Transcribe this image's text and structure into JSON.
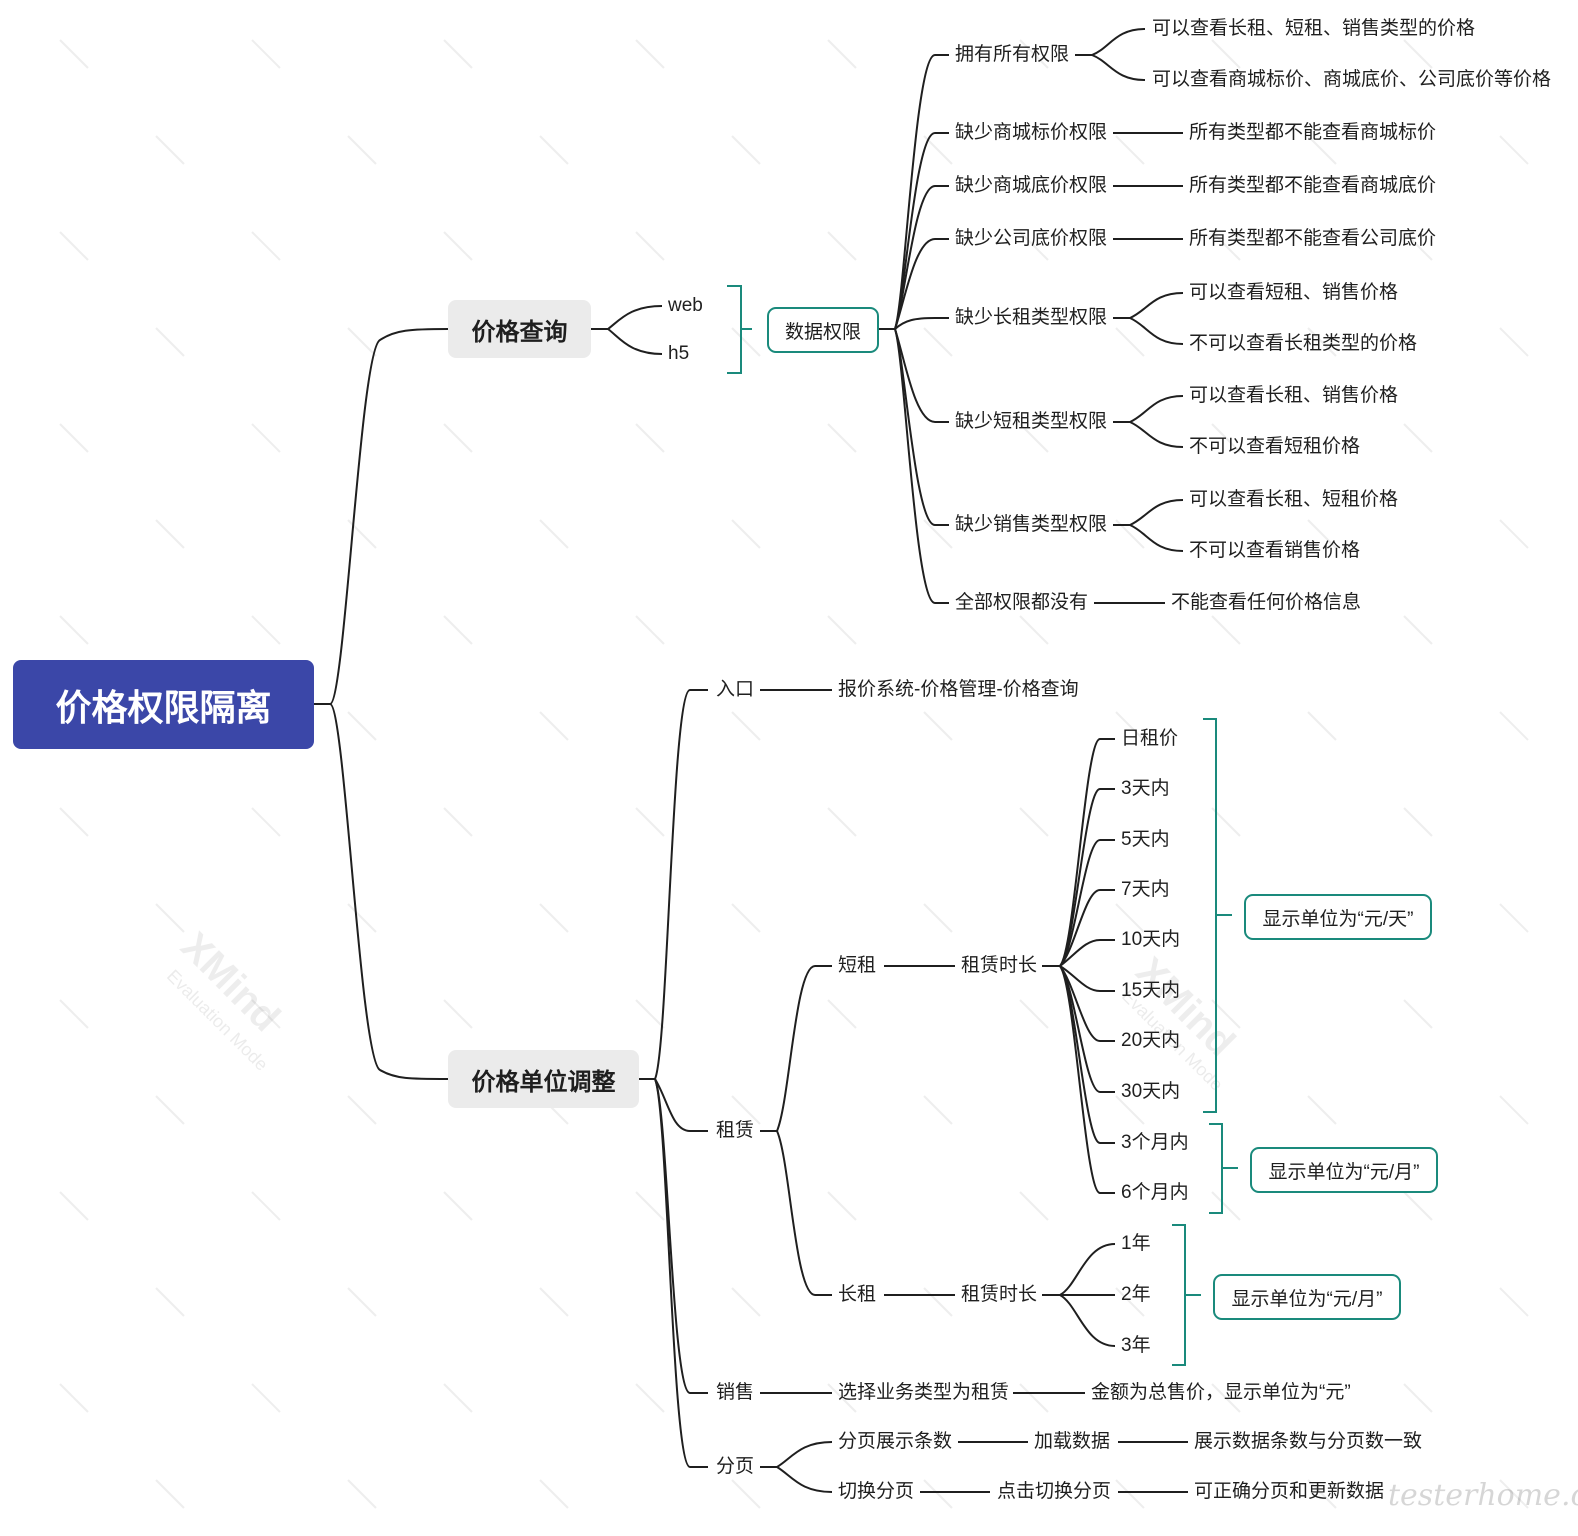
{
  "root": {
    "title": "价格权限隔离"
  },
  "query": {
    "title": "价格查询",
    "platforms": [
      "web",
      "h5"
    ],
    "data_permission": "数据权限",
    "rules": [
      {
        "label": "拥有所有权限",
        "results": [
          "可以查看长租、短租、销售类型的价格",
          "可以查看商城标价、商城底价、公司底价等价格"
        ]
      },
      {
        "label": "缺少商城标价权限",
        "results": [
          "所有类型都不能查看商城标价"
        ]
      },
      {
        "label": "缺少商城底价权限",
        "results": [
          "所有类型都不能查看商城底价"
        ]
      },
      {
        "label": "缺少公司底价权限",
        "results": [
          "所有类型都不能查看公司底价"
        ]
      },
      {
        "label": "缺少长租类型权限",
        "results": [
          "可以查看短租、销售价格",
          "不可以查看长租类型的价格"
        ]
      },
      {
        "label": "缺少短租类型权限",
        "results": [
          "可以查看长租、销售价格",
          "不可以查看短租价格"
        ]
      },
      {
        "label": "缺少销售类型权限",
        "results": [
          "可以查看长租、短租价格",
          "不可以查看销售价格"
        ]
      },
      {
        "label": "全部权限都没有",
        "results": [
          "不能查看任何价格信息"
        ]
      }
    ]
  },
  "unit": {
    "title": "价格单位调整",
    "entry": {
      "label": "入口",
      "value": "报价系统-价格管理-价格查询"
    },
    "lease": {
      "label": "租赁",
      "short": {
        "label": "短租",
        "duration": "租赁时长",
        "periods": [
          "日租价",
          "3天内",
          "5天内",
          "7天内",
          "10天内",
          "15天内",
          "20天内",
          "30天内",
          "3个月内",
          "6个月内"
        ],
        "unit_day": "显示单位为“元/天”",
        "unit_month": "显示单位为“元/月”"
      },
      "long": {
        "label": "长租",
        "duration": "租赁时长",
        "periods": [
          "1年",
          "2年",
          "3年"
        ],
        "unit_month": "显示单位为“元/月”"
      }
    },
    "sale": {
      "label": "销售",
      "condition": "选择业务类型为租赁",
      "result": "金额为总售价，显示单位为“元”"
    },
    "paging": {
      "label": "分页",
      "items": [
        {
          "label": "分页展示条数",
          "action": "加载数据",
          "result": "展示数据条数与分页数一致"
        },
        {
          "label": "切换分页",
          "action": "点击切换分页",
          "result": "可正确分页和更新数据"
        }
      ]
    }
  },
  "watermark": {
    "brand": "XMind",
    "mode": "Evaluation Mode",
    "site": "testerhome.com"
  },
  "colors": {
    "root": "#3b47a8",
    "branch": "#ebebeb",
    "bracket": "#1a8a7c",
    "line": "#1f1f1f"
  }
}
